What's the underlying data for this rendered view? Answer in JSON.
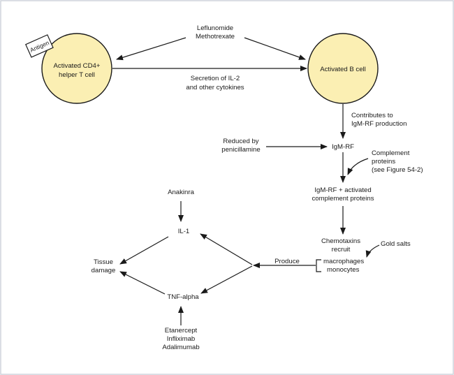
{
  "nodes": {
    "cd4": {
      "line1": "Activated CD4+",
      "line2": "helper T cell"
    },
    "antigen": "Antigen",
    "bcell": "Activated B cell",
    "igmrf": "IgM-RF",
    "igmrf_complement": {
      "line1": "IgM-RF + activated",
      "line2": "complement proteins"
    },
    "chemotaxins": {
      "line1": "Chemotaxins",
      "line2": "recruit"
    },
    "macrophages": {
      "line1": "macrophages",
      "line2": "monocytes"
    },
    "il1": "IL-1",
    "tnf": "TNF-alpha",
    "tissue": {
      "line1": "Tissue",
      "line2": "damage"
    }
  },
  "labels": {
    "drugs_top": {
      "line1": "Leflunomide",
      "line2": "Methotrexate"
    },
    "secretion": {
      "line1": "Secretion of IL-2",
      "line2": "and other cytokines"
    },
    "contributes": {
      "line1": "Contributes to",
      "line2": "IgM-RF production"
    },
    "penicillamine": {
      "line1": "Reduced by",
      "line2": "penicillamine"
    },
    "complement": {
      "line1": "Complement",
      "line2": "proteins",
      "line3": "(see Figure 54-2)"
    },
    "gold": "Gold salts",
    "anakinra": "Anakinra",
    "produce": "Produce",
    "tnf_drugs": {
      "line1": "Etanercept",
      "line2": "Infliximab",
      "line3": "Adalimumab"
    }
  }
}
